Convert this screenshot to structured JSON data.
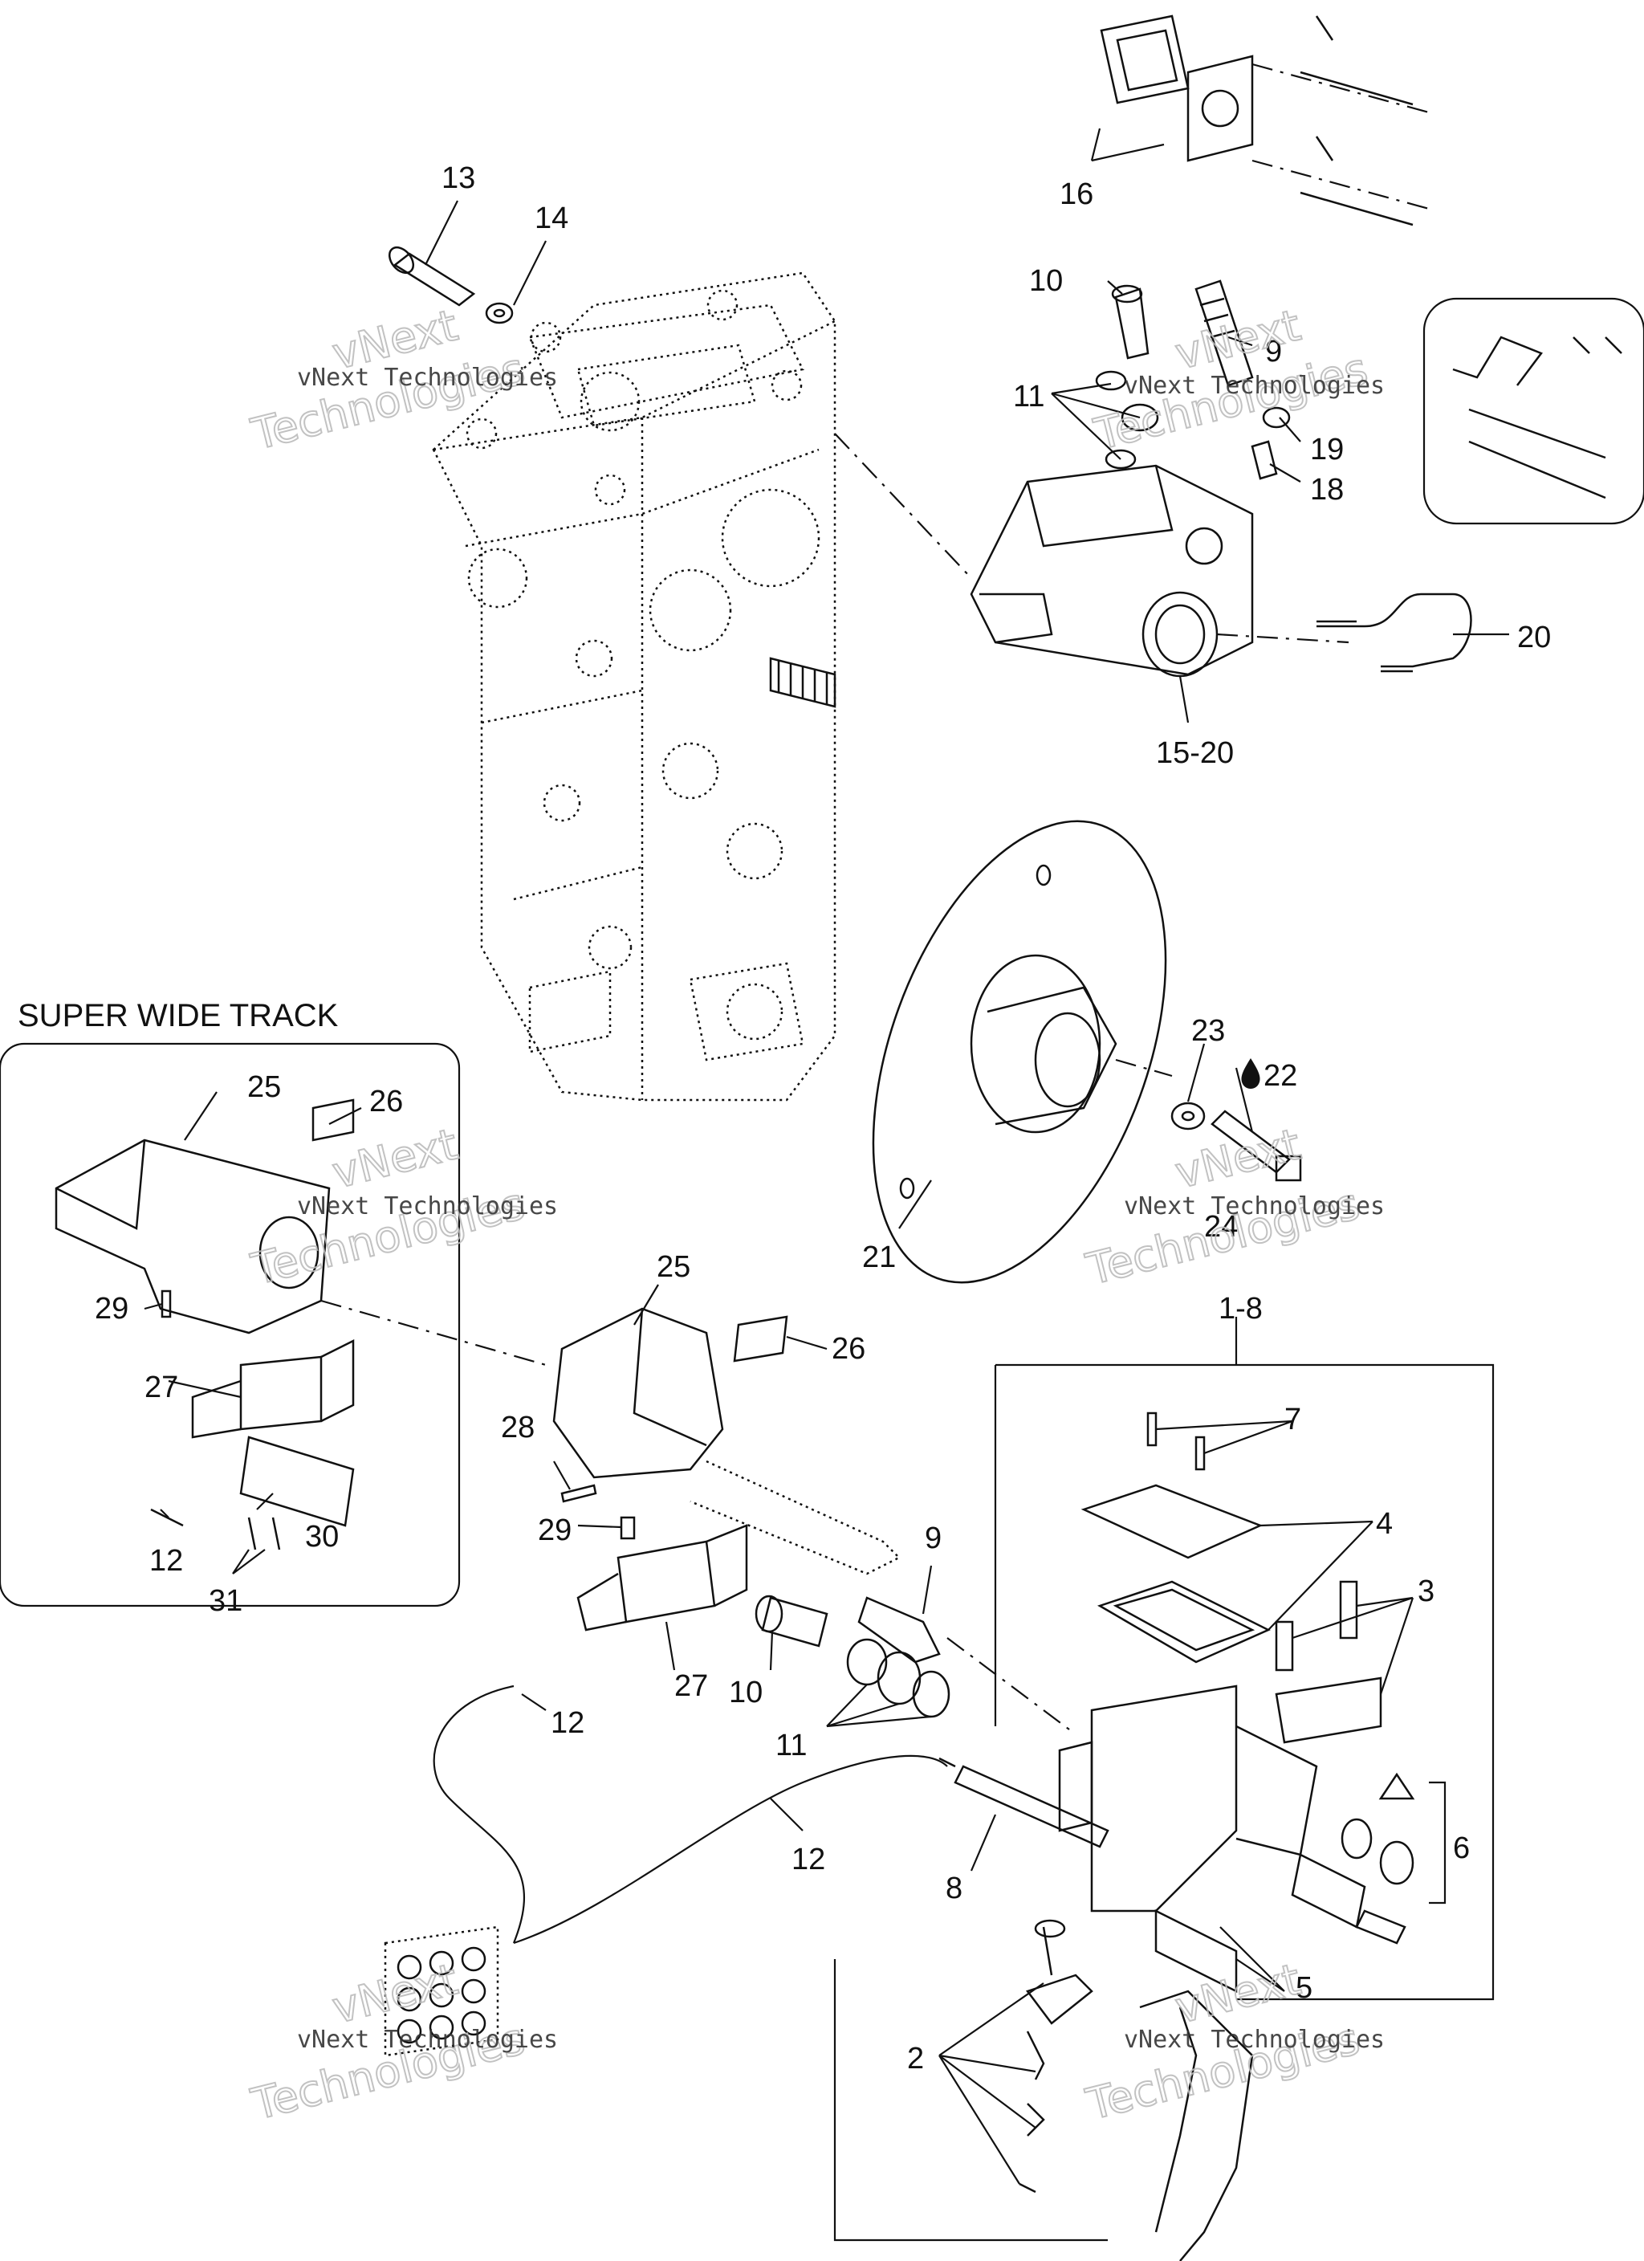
{
  "section_title": "SUPER WIDE TRACK",
  "watermark": {
    "line1": "vNext",
    "line2": "Technologies",
    "caption": "vNext Technologies"
  },
  "callouts": {
    "c13": "13",
    "c14": "14",
    "c16": "16",
    "c10a": "10",
    "c9a": "9",
    "c11a": "11",
    "c19": "19",
    "c18": "18",
    "c20": "20",
    "c1520": "15-20",
    "c23": "23",
    "c22": "22",
    "c24": "24",
    "c21": "21",
    "c25a": "25",
    "c26a": "26",
    "c29a": "29",
    "c27a": "27",
    "c12a": "12",
    "c31": "31",
    "c30": "30",
    "c25b": "25",
    "c26b": "26",
    "c28": "28",
    "c29b": "29",
    "c27b": "27",
    "c12b": "12",
    "c9b": "9",
    "c10b": "10",
    "c11b": "11",
    "c12c": "12",
    "c18to8": "1-8",
    "c7": "7",
    "c4": "4",
    "c3": "3",
    "c6": "6",
    "c8": "8",
    "c5": "5",
    "c2": "2"
  },
  "icons": {
    "oil_drop": "oil-drop-icon"
  }
}
